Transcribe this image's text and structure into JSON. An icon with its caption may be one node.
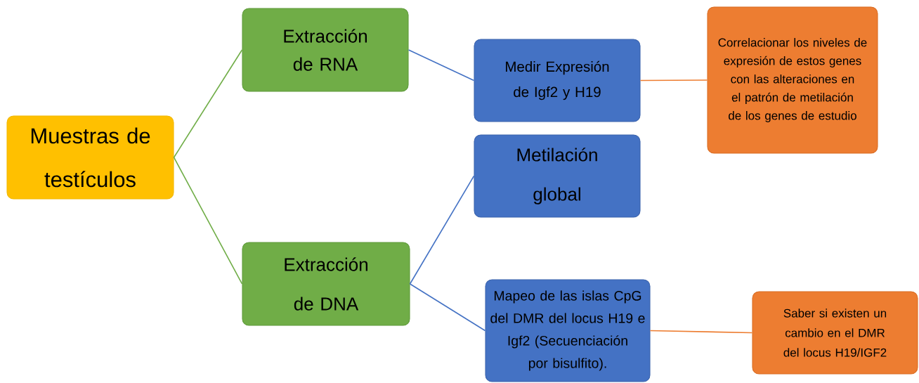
{
  "diagram": {
    "nodes": [
      {
        "text": [
          "Muestras de testículos"
        ]
      },
      {
        "text": [
          "Extracción de RNA"
        ]
      },
      {
        "text": [
          "Extracción de DNA"
        ]
      },
      {
        "text": [
          "Medir Expresión de Igf2 y H19"
        ]
      },
      {
        "text": [
          "Correlacionar los niveles de expresión de estos genes con las alteraciones en el patrón de metilación de los genes de estudio"
        ]
      },
      {
        "text": [
          "Metilación global"
        ]
      },
      {
        "text": [
          "Mapeo de las islas CpG del DMR del locus H19 e Igf2 (Secuenciación por bisulfito)."
        ]
      },
      {
        "text": [
          "Saber si existen un cambio en el DMR del locus H19/IGF2"
        ]
      }
    ],
    "edges": [
      {
        "from": 0,
        "to": 1,
        "arrow": "none",
        "color": "#70ad47"
      },
      {
        "from": 0,
        "to": 2,
        "arrow": "none",
        "color": "#70ad47"
      },
      {
        "from": 1,
        "to": 3,
        "arrow": "none",
        "color": "#4472c4"
      },
      {
        "from": 3,
        "to": 4,
        "arrow": "none",
        "color": "#ed7d31"
      },
      {
        "from": 2,
        "to": 5,
        "arrow": "none",
        "color": "#4472c4"
      },
      {
        "from": 2,
        "to": 6,
        "arrow": "none",
        "color": "#4472c4"
      },
      {
        "from": 6,
        "to": 7,
        "arrow": "none",
        "color": "#ed7d31"
      }
    ]
  }
}
